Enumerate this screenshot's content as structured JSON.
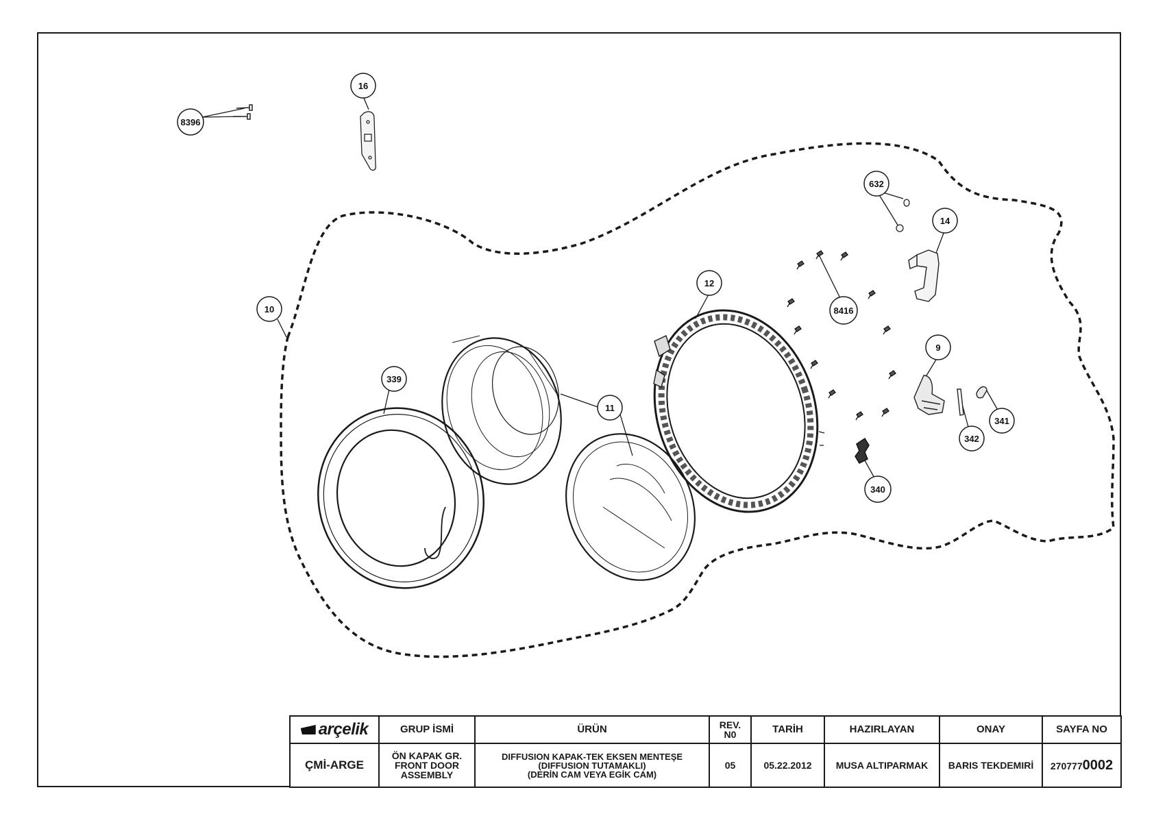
{
  "callouts": [
    "8396",
    "16",
    "632",
    "14",
    "10",
    "12",
    "8416",
    "9",
    "339",
    "11",
    "342",
    "341",
    "340"
  ],
  "title_block": {
    "logo_text": "arçelik",
    "headers": {
      "grup": "GRUP İSMİ",
      "urun": "ÜRÜN",
      "rev": "REV.\nN0",
      "tarih": "TARİH",
      "hazirlayan": "HAZIRLAYAN",
      "onay": "ONAY",
      "sayfa": "SAYFA NO"
    },
    "values": {
      "dept": "ÇMİ-ARGE",
      "grup": "ÖN KAPAK GR.\nFRONT DOOR\nASSEMBLY",
      "urun": "DIFFUSION KAPAK-TEK EKSEN MENTEŞE\n(DIFFUSION TUTAMAKLI)\n(DERİN CAM VEYA EGİK CAM)",
      "rev": "05",
      "tarih": "05.22.2012",
      "hazirlayan": "MUSA ALTIPARMAK",
      "onay": "BARIS TEKDEMIRİ",
      "sayfa_prefix": "270777",
      "sayfa_main": "0002"
    }
  }
}
